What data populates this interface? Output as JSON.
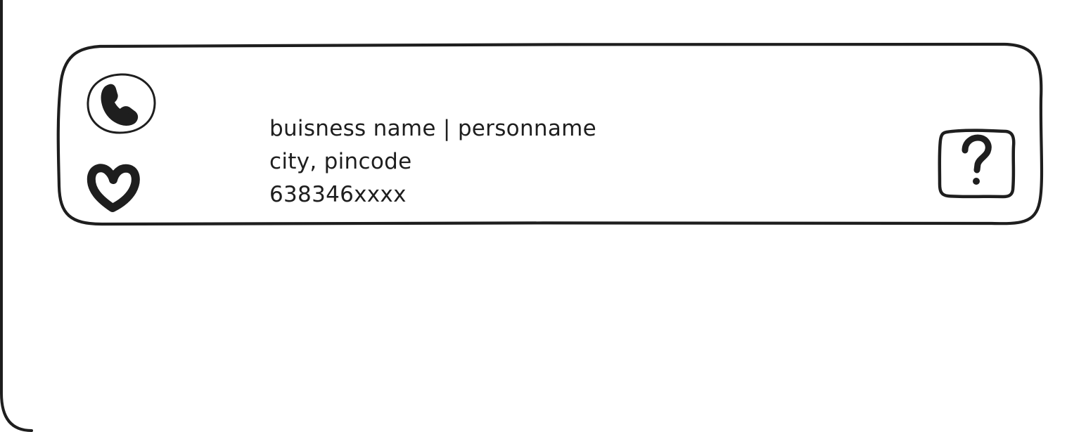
{
  "listing": {
    "name_line": "buisness name | personname",
    "location_line": "city, pincode",
    "phone_line": "638346xxxx"
  },
  "icons": {
    "call": "phone-icon",
    "favorite": "heart-icon",
    "help": "question-icon"
  },
  "colors": {
    "stroke": "#1e1e1e",
    "background": "#ffffff"
  }
}
